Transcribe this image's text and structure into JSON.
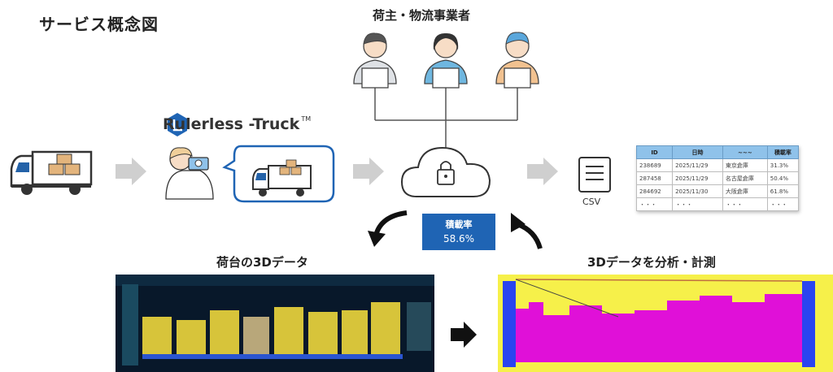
{
  "title": "サービス概念図",
  "stakeholders_label": "荷主・物流事業者",
  "brand": {
    "name": "Rulerless -Truck",
    "tm": "TM"
  },
  "load_ratio": {
    "label": "積載率",
    "value": "58.6%"
  },
  "csv_label": "CSV",
  "left_caption": "荷台の3Dデータ",
  "right_caption": "3Dデータを分析・計測",
  "table": {
    "headers": [
      "ID",
      "日時",
      "~~~",
      "積載率"
    ],
    "rows": [
      [
        "238689",
        "2025/11/29",
        "東京倉庫",
        "31.3%"
      ],
      [
        "287458",
        "2025/11/29",
        "名古屋倉庫",
        "50.4%"
      ],
      [
        "284692",
        "2025/11/30",
        "大阪倉庫",
        "61.8%"
      ],
      [
        "・・・",
        "・・・",
        "・・・",
        "・・・"
      ]
    ]
  },
  "colors": {
    "accent_blue": "#1f64b4",
    "arrow_gray": "#cfcfcf",
    "magenta": "#e010d8",
    "yellow": "#f6f04a"
  }
}
